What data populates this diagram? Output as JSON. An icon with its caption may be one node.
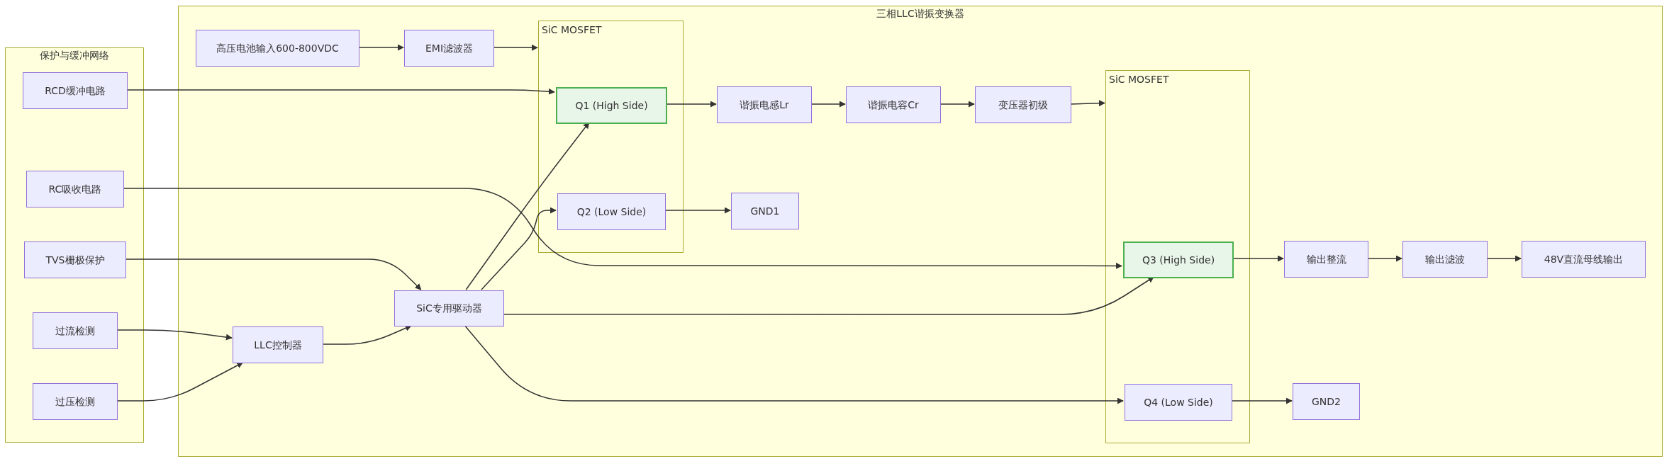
{
  "diagram": {
    "nodes": [
      {
        "text": [
          "三相LLC谐振变换器"
        ]
      },
      {
        "text": [
          "高压电池输入600-800VDC"
        ],
        "in": 0
      },
      {
        "text": [
          "EMI滤波器"
        ],
        "in": 0
      },
      {
        "text": [
          "SiC MOSFET"
        ],
        "in": 0
      },
      {
        "text": [
          "Q1 (High Side)"
        ],
        "in": 3
      },
      {
        "text": [
          "Q2 (Low Side)"
        ],
        "in": 3
      },
      {
        "text": [
          "谐振电感Lr"
        ],
        "in": 0
      },
      {
        "text": [
          "谐振电容Cr"
        ],
        "in": 0
      },
      {
        "text": [
          "变压器初级"
        ],
        "in": 0
      },
      {
        "text": [
          "GND1"
        ],
        "in": 0
      },
      {
        "text": [
          "SiC MOSFET"
        ],
        "in": 0
      },
      {
        "text": [
          "Q3 (High Side)"
        ],
        "in": 10
      },
      {
        "text": [
          "Q4 (Low Side)"
        ],
        "in": 10
      },
      {
        "text": [
          "输出整流"
        ],
        "in": 0
      },
      {
        "text": [
          "输出滤波"
        ],
        "in": 0
      },
      {
        "text": [
          "48V直流母线输出"
        ],
        "in": 0
      },
      {
        "text": [
          "GND2"
        ],
        "in": 0
      },
      {
        "text": [
          "SiC专用驱动器"
        ],
        "in": 0
      },
      {
        "text": [
          "LLC控制器"
        ],
        "in": 0
      },
      {
        "text": [
          "保护与缓冲网络"
        ]
      },
      {
        "text": [
          "RCD缓冲电路"
        ],
        "in": 19
      },
      {
        "text": [
          "RC吸收电路"
        ],
        "in": 19
      },
      {
        "text": [
          "TVS栅极保护"
        ],
        "in": 19
      },
      {
        "text": [
          "过流检测"
        ],
        "in": 19
      },
      {
        "text": [
          "过压检测"
        ],
        "in": 19
      }
    ],
    "edges": [
      {
        "from": 1,
        "to": 2,
        "arrow": "to"
      },
      {
        "from": 2,
        "to": 3,
        "arrow": "to"
      },
      {
        "from": 4,
        "to": 6,
        "arrow": "to"
      },
      {
        "from": 6,
        "to": 7,
        "arrow": "to"
      },
      {
        "from": 7,
        "to": 8,
        "arrow": "to"
      },
      {
        "from": 8,
        "to": 10,
        "arrow": "to"
      },
      {
        "from": 5,
        "to": 9,
        "arrow": "to"
      },
      {
        "from": 11,
        "to": 13,
        "arrow": "to"
      },
      {
        "from": 13,
        "to": 14,
        "arrow": "to"
      },
      {
        "from": 14,
        "to": 15,
        "arrow": "to"
      },
      {
        "from": 12,
        "to": 16,
        "arrow": "to"
      },
      {
        "from": 20,
        "to": 4,
        "arrow": "to"
      },
      {
        "from": 21,
        "to": 11,
        "arrow": "to"
      },
      {
        "from": 22,
        "to": 17,
        "arrow": "to"
      },
      {
        "from": 23,
        "to": 18,
        "arrow": "to"
      },
      {
        "from": 24,
        "to": 18,
        "arrow": "to"
      },
      {
        "from": 18,
        "to": 17,
        "arrow": "to"
      },
      {
        "from": 17,
        "to": 4,
        "arrow": "to"
      },
      {
        "from": 17,
        "to": 5,
        "arrow": "to"
      },
      {
        "from": 17,
        "to": 11,
        "arrow": "to"
      },
      {
        "from": 17,
        "to": 12,
        "arrow": "to"
      }
    ]
  }
}
